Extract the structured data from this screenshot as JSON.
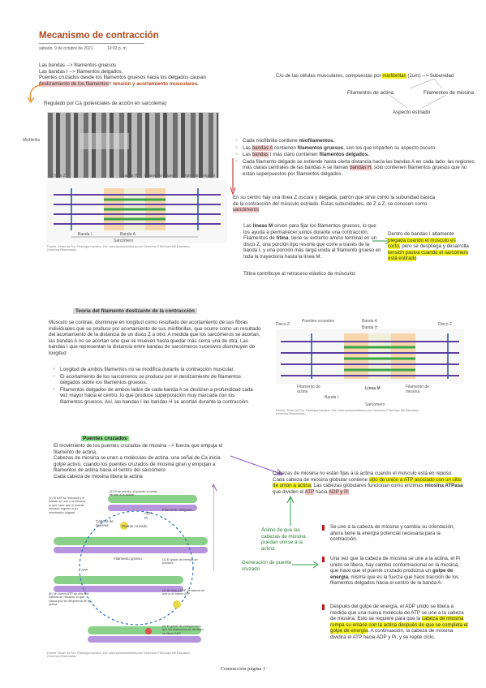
{
  "header": {
    "title": "Mecanismo de contracción",
    "date": "sábado, 9 de octubre de 2021",
    "time": "10:02 p. m."
  },
  "intro": {
    "l1": "Las bandas --> filamentos gruesos",
    "l2": "Las bandas I --> filamentos delgados.",
    "l3": "Puentes cruzados desde los filamentos gruesos hacia los delgados causan",
    "l4a": "deslizamiento de los filamentos",
    "l4b": "= tensión y acortamiento musculares.",
    "regulado": "Regulado por Ca (potenciales de acción en sarcolema)"
  },
  "right_top": {
    "line_a": "C/u de las células musculares, compuestas por",
    "miofibrillas": "miofibrillas",
    "line_b": "(1um) --> Subunidad",
    "actina": "Filamentos de actina",
    "miosina": "Filamentos de miosina",
    "estriado": "Aspecto estriado"
  },
  "bullets1": [
    {
      "pre": "Cada miofibrilla contiene",
      "bold": "miofilamentos.",
      "post": ""
    },
    {
      "pre": "Las",
      "hl": "bandas A",
      "mid": "contienen",
      "bold": "filamentos gruesos",
      "post": ", son los que imparten su aspecto oscuro."
    },
    {
      "pre": "Las",
      "hl": "bandas",
      "mid": "I más claro contienen",
      "bold": "filamentos delgados.",
      "post": ""
    },
    {
      "pre": "Cada filamento delgado se extiende hasta cierta distancia hacia las bandas A en cada lado. las regiones más claras centrales de las bandas A se llaman",
      "hl": "bandas H",
      "post": ", sólo contienen filamentos gruesos que no están superpuestos por filamentos delgados."
    }
  ],
  "zline": {
    "text": "En su centro hay una línea Z oscura y delgada, patrón que sirve como la subunidad básica de la contracción del músculo estriado. Estas subunidades, de Z a Z, se conocen como",
    "sarc": "sarcómeros"
  },
  "mline": {
    "pre": "Las",
    "bold1": "líneas M",
    "p1": "sirven para fijar los filamentos gruesos, lo que los ayuda a permanecer juntos durante una contracción. Filamentos de",
    "bold2": "titina",
    "p2": ", tiene su extremo amino terminal en un disco Z, una porción tipo resorte que corre a través de la banda I, y una porción más larga unida al filamento grueso en toda la trayectoria hasta la línea M.",
    "titina": "Titina contribuye al retroceso elástico de músculos"
  },
  "yellow_note": {
    "pre": "Dentro de bandas I altamente",
    "hl1": "plegada cuando el músculo es corto,",
    "mid": "pero se despliega y desarrolla",
    "hl2": "tensión pasiva cuando el sarcómero está estirado"
  },
  "fig1_labels": {
    "disco_z": "Disco Z",
    "banda_h": "Banda H",
    "banda_a": "Banda A",
    "fil_grueso": "Filamento grueso",
    "fil_delgado": "Filamento delgado",
    "banda_i": "Banda I",
    "sarcomero": "Sarcómero",
    "miofibrilla": "Miofibrilla",
    "source": "Fuente: Stuart Ira Fox: Fisiología humana, 14e: www.accessmedicina.com Derechos © McGraw-Hill Education. Derechos Reservados."
  },
  "teoria": {
    "title": "Teoría del filamento deslizante de la contracción",
    "para": "Músculo se contrae, disminuye en longitud como resultado del acortamiento de sus fibras individuales que se produce por acortamiento de sus miofibrillas, que ocurre como un resultado del acortamiento de la distancia de un disco Z a otro. A medida que los sarcómeros se acortan, las bandas A no se acortan sino que se mueven hasta quedar más cerca una de otra. Las bandas I que representan la distancia entre bandas de sarcómeros sucesivos disminuyen de longitud",
    "b1": "Longitud de ambos filamentos no se modifica durante la contracción muscular.",
    "b2": "El acortamiento de los sarcómeros se produce por el deslizamiento de filamentos delgados sobre los filamentos gruesos.",
    "b3": "Filamentos delgados de ambos lados de cada banda A se deslizan a profundidad cada vez mayor hacia el centro, lo que produce superposición muy marcada con los filamentos gruesos. Así, las bandas I las bandas H se acortan durante la contracción"
  },
  "fig2_labels": {
    "puentes": "Puentes cruzados",
    "disco_z": "Disco Z",
    "banda_a": "Banda A",
    "banda_h": "Banda H",
    "fil_actina": "Filamento de actina",
    "linea_m": "Línea M",
    "fil_miosina": "Filamento de miosina",
    "banda_i": "Banda I",
    "sarcomero": "Sarcómero",
    "source": "Fuente: Stuart Ira Fox: Fisiología humana, 14e: www.accessmedicina.com Derechos © McGraw-Hill Education. Derechos Reservados."
  },
  "puentes": {
    "title": "Puentes cruzados",
    "l1": "El movimiento de los puentes cruzados de miosina --> fuerza que empuja el filamento de actina.",
    "l2": "Cabezas de miosina se unen a moléculas de actina, una señal de Ca inicia golpe activo, cuando los puentes cruzados de miosina giran y empujan a filamentos de actina hacia el centro del sarcómero",
    "l3": "Cada cabeza de miosina libera la actina"
  },
  "cycle_labels": {
    "s1": "(1) El ATP se hidroliza y el fosfato se une a la miosina, lo que hace que el puente cruzado regrese a su orientación original",
    "s2": "(2) Pi se separa, el puente cruzado se une a la actina",
    "s3": "(3) El golpe de energía se produce",
    "s4": "(4) Se libera ADP, la cabeza se une a un nuevo ATP",
    "s5": "(5) Un nuevo ATP se une a la cabeza de miosina, lo que causa que se desprenda de la actina",
    "s6": "(6) El golpe de energía hace que los filamentos se deslicen; se libera ADP",
    "atp": "ATP",
    "adp": "ADP",
    "pi": "Pi",
    "fil_grueso": "Filamento grueso",
    "fil_delgado": "Filamento delgado",
    "cabeza": "Cabeza de miosina",
    "puente": "Puente cruzado",
    "source": "Fuente: Stuart Ira Fox: Fisiología humana, 14e: www.accessmedicina.com Derechos © McGraw-Hill Education. Derechos Reservados."
  },
  "cabezas": {
    "l1": "Cabezas de miosina no están fijas a la actina cuando el músculo está en reposo.",
    "l2a": "Cada cabeza de miosina globular contiene",
    "hl1": "sitio de unión a ATP asociado con un sitio de unión a actina",
    "l2b": ". Las cabezas globulares funcionan como enzimas",
    "bold": "miosina ATPasa",
    "l2c": "que dividen el",
    "atp_word": "ATP",
    "l2d": "hacia",
    "hl2": "ADP y Pi"
  },
  "green_notes": {
    "g1": "Ánimo de que las cabezas de miosina puedan unirse a la actina",
    "g2": "Generación de puente cruzado"
  },
  "steps": {
    "s1": "Se une a la cabeza de miosina y cambia su orientación, ahora tiene la energía potencial necesaria para la contracción.",
    "s2a": "Una vez que la cabeza de miosina se une a la actina, el Pi unido se libera, hay cambio conformacional en la miosina, que hace que el puente cruzado produzca un",
    "s2b": "golpe de energía",
    "s2c": ", misma que es la fuerza que hace tracción de los filamentos delgados hacia el centro de la banda A.",
    "s3a": "Después del golpe de energía, el ADP unido se libera a medida que una nueva molécula de ATP se une a la cabeza de miosina. Esto se requiere para que la",
    "s3hl": "cabeza de miosina rompa su enlace con la actina después de que se completa el golpe de energía",
    "s3b": ". A continuación, la cabeza de miosina dividirá el ATP hacia ADP y Pi, y se repite ciclo."
  },
  "footer": "Contracción página 1"
}
